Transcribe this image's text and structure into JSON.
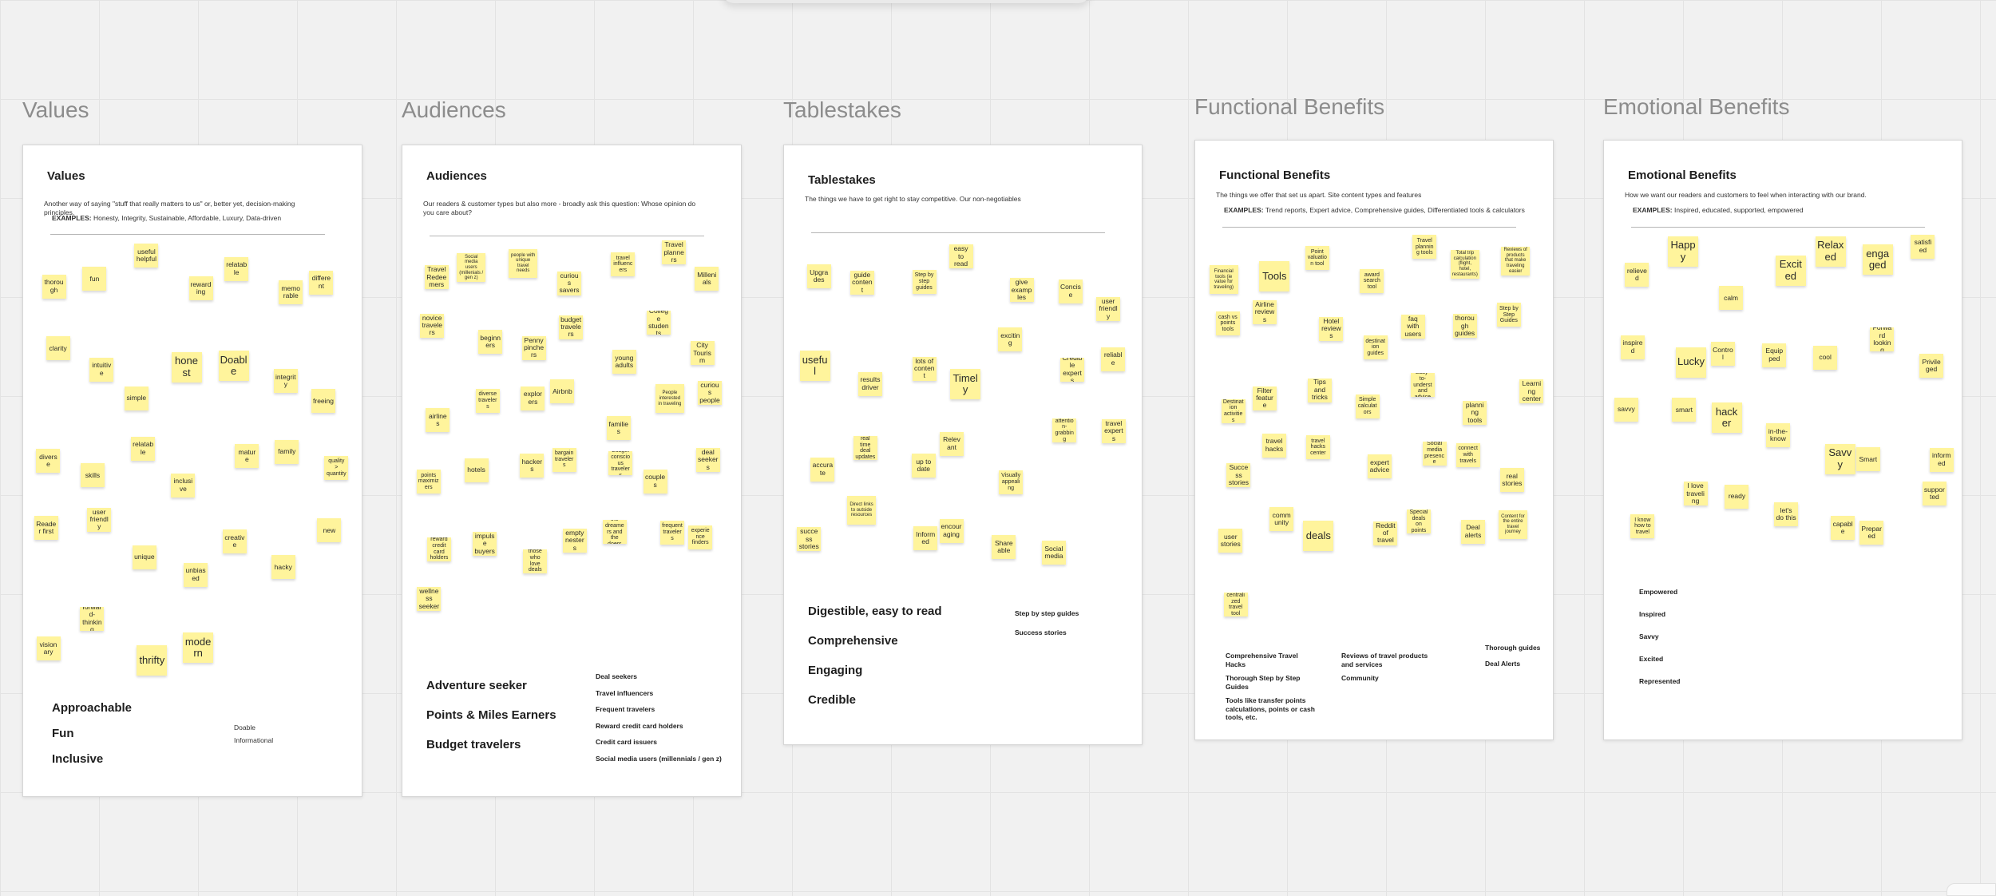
{
  "frames": [
    {
      "id": "values",
      "label": "Values",
      "title": "Values",
      "description": "Another way of saying \"stuff that really matters to us\" or, better yet, decision-making principles.",
      "examples_label": "EXAMPLES:",
      "examples_text": "Honesty, Integrity, Sustainable, Affordable, Luxury, Data-driven",
      "notes": [
        "thorough",
        "fun",
        "useful helpful",
        "rewarding",
        "relatable",
        "memorable",
        "different",
        "clarity",
        "intuitive",
        "simple",
        "honest",
        "Doable",
        "integrity",
        "freeing",
        "diverse",
        "skills",
        "relatable",
        "inclusive",
        "mature",
        "family",
        "quality > quantity",
        "Reader first",
        "user friendly",
        "unique",
        "unbiased",
        "creative",
        "hacky",
        "new",
        "visionary",
        "forward-thinking",
        "thrifty",
        "modern"
      ],
      "summary_big": [
        "Approachable",
        "Fun",
        "Inclusive"
      ],
      "summary_small": [
        "Doable",
        "Informational"
      ]
    },
    {
      "id": "audiences",
      "label": "Audiences",
      "title": "Audiences",
      "description": "Our readers & customer types but also more - broadly ask this question: Whose opinion do you care about?",
      "notes": [
        "Travel Redeemers",
        "Social media users (millenials / gen z)",
        "people with unique travel needs",
        "curious savers",
        "travel influencers",
        "Travel planners",
        "Millenials",
        "novice travelers",
        "beginners",
        "Penny pinchers",
        "budget travelers",
        "young adults",
        "College students",
        "City Tourism",
        "airlines",
        "diverse travelers",
        "explorers",
        "Airbnb",
        "families",
        "People interested in traveling",
        "curious people",
        "points maximizers",
        "hotels",
        "hackers",
        "bargain travelers",
        "budget conscious travelers",
        "couples",
        "deal seekers",
        "reward credit card holders",
        "impulse buyers",
        "those who love deals",
        "empty nesters",
        "the dreamers and the doers",
        "frequent travelers",
        "experience finders",
        "wellness seeker"
      ],
      "summary_big": [
        "Adventure seeker",
        "Points & Miles Earners",
        "Budget travelers"
      ],
      "summary_small": [
        "Deal seekers",
        "Travel influencers",
        "Frequent travelers",
        "Reward credit card holders",
        "Credit card issuers",
        "Social media users (millennials / gen z)"
      ]
    },
    {
      "id": "tablestakes",
      "label": "Tablestakes",
      "title": "Tablestakes",
      "description": "The things we have to get right to stay competitive. Our non-negotiables",
      "notes": [
        "Upgrades",
        "guide content",
        "Step by step guides",
        "easy to read",
        "give examples",
        "Concise",
        "user friendly",
        "useful",
        "results driver",
        "lots of content",
        "Timely",
        "exciting",
        "Credible experts",
        "reliable",
        "accurate",
        "real time deal updates",
        "up to date",
        "Relevant",
        "Visually appealing",
        "attention-grabbing",
        "travel experts",
        "success stories",
        "Direct links to outside resources",
        "Informed",
        "encouraging",
        "Shareable",
        "Social media"
      ],
      "summary_big": [
        "Digestible, easy to read",
        "Comprehensive",
        "Engaging",
        "Credible"
      ],
      "summary_small": [
        "Step by step guides",
        "Success stories"
      ]
    },
    {
      "id": "functional",
      "label": "Functional Benefits",
      "title": "Functional Benefits",
      "description": "The things we offer that set us apart. Site content types and features",
      "examples_label": "EXAMPLES:",
      "examples_text": "Trend reports, Expert advice, Comprehensive guides, Differentiated tools & calculators",
      "notes": [
        "Financial tools (ie value for traveling)",
        "Tools",
        "Point valuation tool",
        "award search tool",
        "Travel planning tools",
        "Total trip calculation (flight, hotel, restaurants)",
        "Reviews of products that make traveling easier",
        "cash vs points tools",
        "Airline reviews",
        "Hotel reviews",
        "destination guides",
        "faq with users",
        "thorough guides",
        "Step by Step Guides",
        "Destination activities",
        "Filter feature",
        "Tips and tricks",
        "Simple calculators",
        "Easy-to-understand advice",
        "planning tools",
        "Learning center",
        "Success stories",
        "travel hacks",
        "travel hacks center",
        "expert advice",
        "Social media presence",
        "connect with travels",
        "real stories",
        "user stories",
        "community",
        "deals",
        "Reddit of travel",
        "Special deals on points",
        "Deal alerts",
        "Content for the entire travel journey",
        "centralized travel tool"
      ],
      "summary_cols": [
        [
          "Comprehensive Travel Hacks",
          "Thorough Step by Step Guides",
          "Tools like transfer points calculations, points or cash tools, etc."
        ],
        [
          "Reviews of travel products and services",
          "Community"
        ],
        [
          "Thorough guides",
          "Deal Alerts"
        ]
      ]
    },
    {
      "id": "emotional",
      "label": "Emotional Benefits",
      "title": "Emotional Benefits",
      "description": "How we want our readers and customers to feel when interacting with our brand.",
      "examples_label": "EXAMPLES:",
      "examples_text": "Inspired, educated, supported, empowered",
      "notes": [
        "relieved",
        "Happy",
        "calm",
        "Excited",
        "Relaxed",
        "engaged",
        "satisfied",
        "inspired",
        "Lucky",
        "Control",
        "Equipped",
        "cool",
        "Forward looking",
        "Privileged",
        "savvy",
        "smart",
        "hacker",
        "in-the-know",
        "Savvy",
        "Smart",
        "informed",
        "I know how to travel",
        "I love traveling",
        "ready",
        "let's do this",
        "capable",
        "Prepared",
        "supported"
      ],
      "summary_small": [
        "Empowered",
        "Inspired",
        "Savvy",
        "Excited",
        "Represented"
      ]
    }
  ]
}
